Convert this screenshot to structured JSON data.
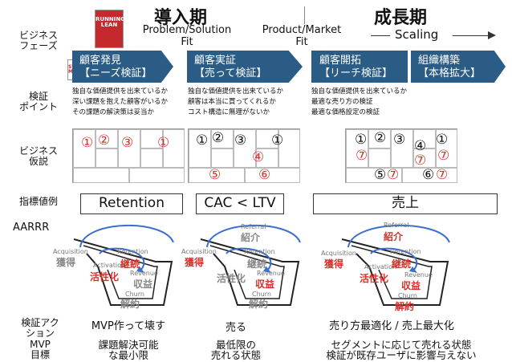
{
  "phases": {
    "left_title": "導入期",
    "right_title": "成長期",
    "problem_solution_fit": "Problem/Solution\nFit",
    "product_market_fit": "Product/Market\nFit",
    "scaling": "Scaling"
  },
  "row_labels": {
    "business_phase": "ビジネス\nフェーズ",
    "verification_point": "検証\nポイント",
    "business_hypothesis": "ビジネス\n仮説",
    "metric": "指標値例",
    "aarrr": "AARRR",
    "verification_action": "検証アク\nション",
    "mvp_goal": "MVP\n目標"
  },
  "books": {
    "running_lean": "RUNNING\nLEAN",
    "startup_manual": "STARTUP\nMANUAL"
  },
  "stages": [
    {
      "title": "顧客発見",
      "subtitle": "【ニーズ検証】"
    },
    {
      "title": "顧客実証",
      "subtitle": "【売って検証】"
    },
    {
      "title": "顧客開拓",
      "subtitle": "【リーチ検証】"
    },
    {
      "title": "組織構築",
      "subtitle": "【本格拡大】"
    }
  ],
  "check_points": [
    [
      "独自な価値提供を出来ているか",
      "深い課題を抱えた顧客がいるか",
      "その課題の解決策は妥当か"
    ],
    [
      "独自な価値提供を出来ているか",
      "顧客は本当に買ってくれるか",
      "コスト構造に無理がないか"
    ],
    [
      "独自な価値提供を出来ているか",
      "最適な売り方の検証",
      "最適な価格設定の検証"
    ]
  ],
  "canvas_numbers": [
    [
      {
        "t": "①",
        "red": true
      },
      {
        "t": "②",
        "red": true
      },
      {
        "t": "③",
        "red": true
      },
      {
        "t": "①",
        "red": true
      }
    ],
    [
      {
        "t": "①",
        "red": false
      },
      {
        "t": "②",
        "red": false
      },
      {
        "t": "③",
        "red": false
      },
      {
        "t": "①",
        "red": false
      },
      {
        "t": "④",
        "red": true
      },
      {
        "t": "⑤",
        "red": true
      },
      {
        "t": "⑥",
        "red": true
      }
    ],
    [
      {
        "t": "①",
        "red": false
      },
      {
        "t": "②",
        "red": false
      },
      {
        "t": "③",
        "red": false
      },
      {
        "t": "④",
        "red": false
      },
      {
        "t": "①",
        "red": false
      },
      {
        "t": "⑦",
        "red": true
      },
      {
        "t": "⑦",
        "red": true
      },
      {
        "t": "⑦",
        "red": true
      },
      {
        "t": "⑤",
        "red": false
      },
      {
        "t": "⑦",
        "red": true
      },
      {
        "t": "⑥",
        "red": false
      },
      {
        "t": "⑦",
        "red": true
      }
    ]
  ],
  "metrics": [
    "Retention",
    "CAC < LTV",
    "売上"
  ],
  "funnel": {
    "referral": "Referral",
    "referral_jp": "紹介",
    "acquisition": "Acquisition",
    "acquisition_jp": "獲得",
    "activation": "Activation",
    "activation_jp": "活性化",
    "retention": "Retention",
    "retention_jp": "継続",
    "revenue": "Revenue",
    "revenue_jp": "収益",
    "churn": "Churn",
    "churn_jp": "解約"
  },
  "actions": [
    "MVP作って壊す",
    "売る",
    "売り方最適化 / 売上最大化"
  ],
  "mvp_goals": [
    "課題解決可能\nな最小限",
    "最低限の\n売れる状態",
    "セグメントに応じて売れる状態\n検証が既存ユーザに影響与えない"
  ],
  "colors": {
    "accent": "#2a5c85",
    "red": "#d9302a"
  }
}
